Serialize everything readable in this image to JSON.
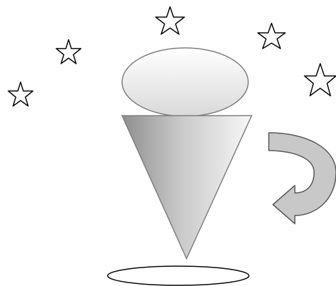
{
  "scene": {
    "elements": [
      "star",
      "star",
      "star",
      "star",
      "star",
      "ellipse-top",
      "cone",
      "curved-arrow",
      "base-ellipse"
    ]
  },
  "colors": {
    "background": "#ffffff",
    "outline": "#000000",
    "shape_outline": "#777777",
    "gradient_light": "#f7f7f7",
    "gradient_dark": "#8d8d8d",
    "arrow_fill": "#c8c8c8",
    "arrow_stroke": "#555555"
  }
}
